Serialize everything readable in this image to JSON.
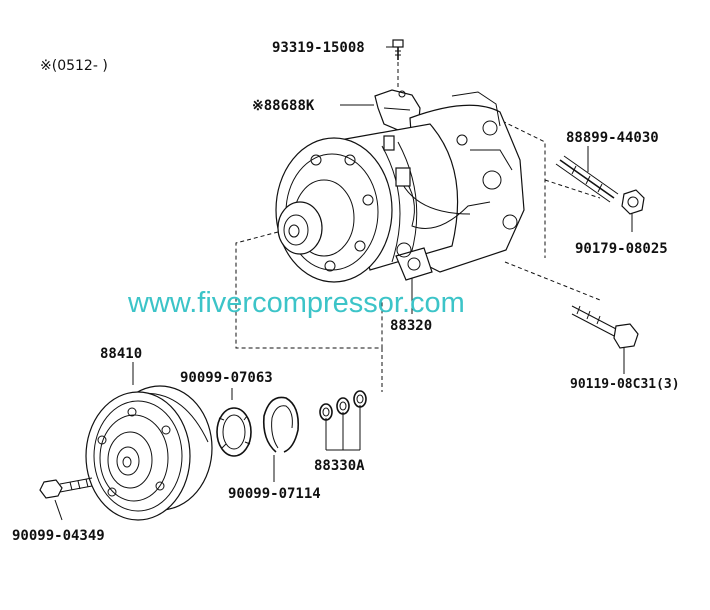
{
  "date_note": "※(0512-      )",
  "watermark": "www.fivercompressor.com",
  "parts": {
    "bolt_top": "93319-15008",
    "bracket": "※88688K",
    "stud_bolt": "88899-44030",
    "nut": "90179-08025",
    "compressor": "88320",
    "bolt_mount": "90119-08C31(3)",
    "clutch": "88410",
    "washer": "90099-07063",
    "snap_ring": "90099-07114",
    "shims": "88330A",
    "clutch_bolt": "90099-04349"
  }
}
